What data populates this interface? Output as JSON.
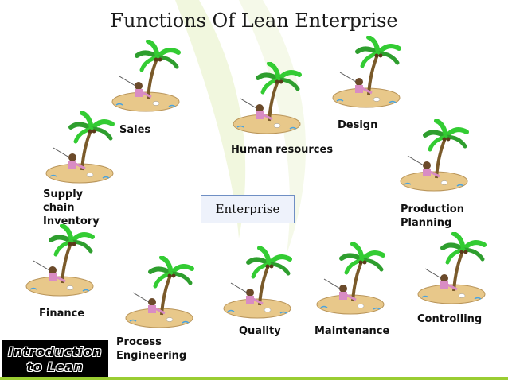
{
  "title": "Functions Of Lean Enterprise",
  "center": "Enterprise",
  "nodes": [
    {
      "label": "Sales"
    },
    {
      "label": "Human resources"
    },
    {
      "label": "Design"
    },
    {
      "label": "Supply\nchain\nInventory"
    },
    {
      "label": "Production\nPlanning"
    },
    {
      "label": "Finance"
    },
    {
      "label": "Process\nEngineering"
    },
    {
      "label": "Quality"
    },
    {
      "label": "Maintenance"
    },
    {
      "label": "Controlling"
    }
  ],
  "badge": {
    "line1": "Introduction",
    "line2": "to Lean"
  },
  "colors": {
    "accent": "#9acd32",
    "sand": "#e8c88a",
    "palm": "#33cc33",
    "box_border": "#6f8fc4"
  }
}
